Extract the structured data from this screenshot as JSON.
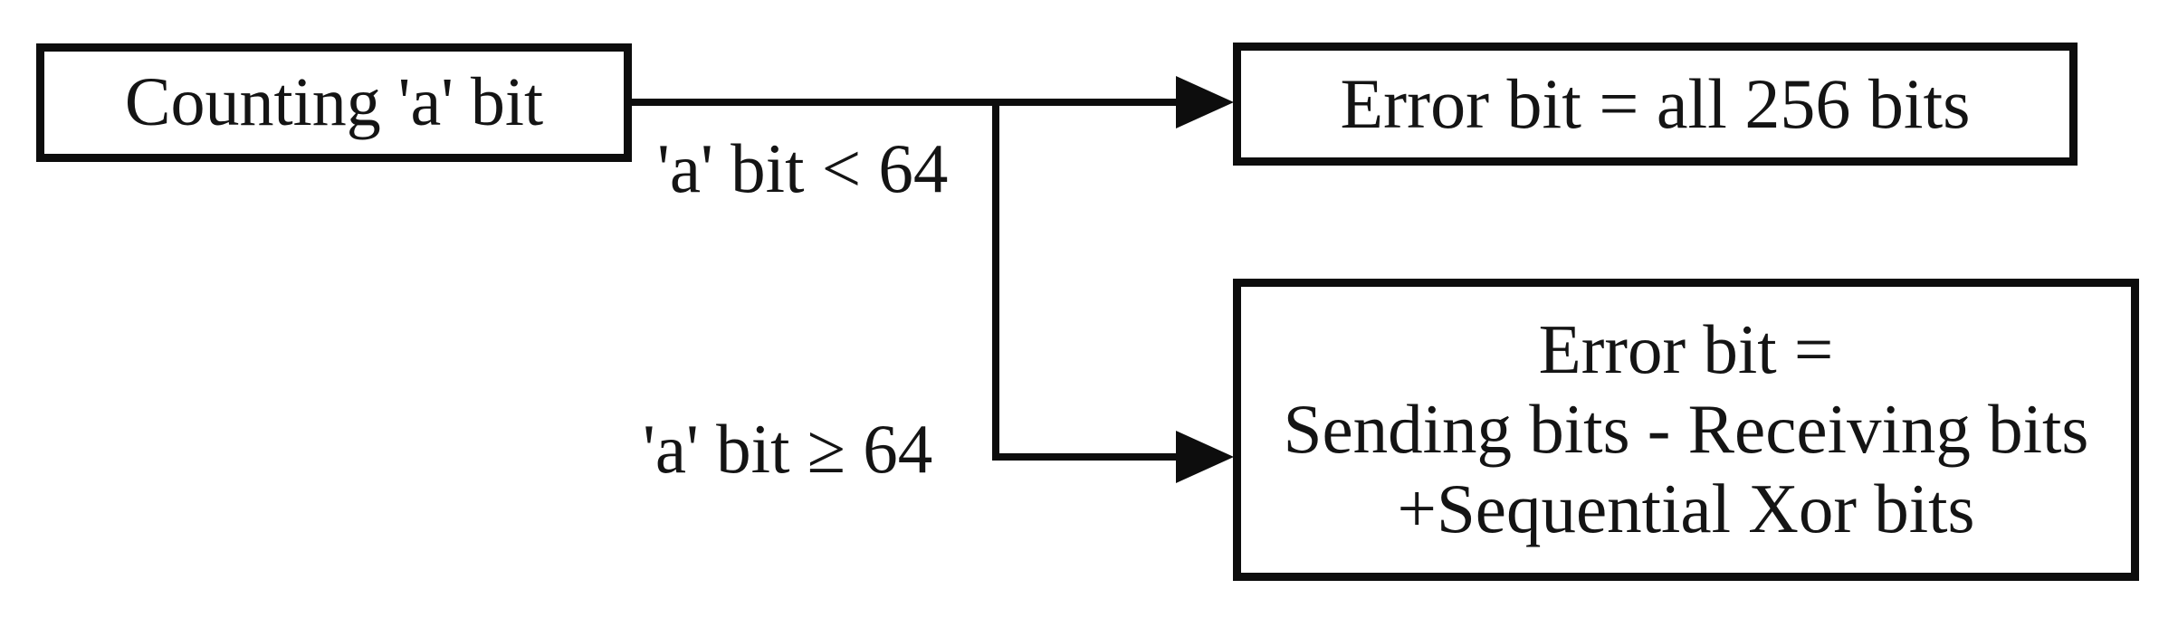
{
  "diagram": {
    "background_color": "#ffffff",
    "ink_color": "#0d0d0d",
    "nodes": {
      "counting": {
        "label": "Counting 'a' bit"
      },
      "error_all": {
        "label": "Error bit = all 256 bits"
      },
      "error_formula": {
        "lines": [
          "Error bit =",
          "Sending bits - Receiving bits",
          "+Sequential Xor bits"
        ]
      }
    },
    "edges": {
      "lt": {
        "label": "'a' bit < 64"
      },
      "ge": {
        "label": "'a' bit ≥ 64"
      }
    }
  }
}
